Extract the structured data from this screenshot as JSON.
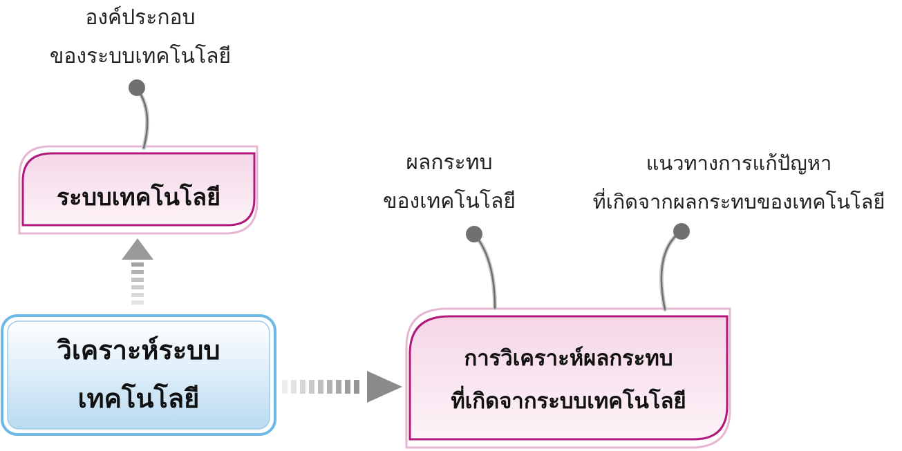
{
  "nodes": {
    "analyze": {
      "lines": [
        "วิเคราะห์ระบบ",
        "เทคโนโลยี"
      ]
    },
    "tech_system": {
      "title": "ระบบเทคโนโลยี"
    },
    "impact_analysis": {
      "lines": [
        "การวิเคราะห์ผลกระทบ",
        "ที่เกิดจากระบบเทคโนโลยี"
      ]
    }
  },
  "annotations": {
    "components": {
      "lines": [
        "องค์ประกอบ",
        "ของระบบเทคโนโลยี"
      ]
    },
    "impacts": {
      "lines": [
        "ผลกระทบ",
        "ของเทคโนโลยี"
      ]
    },
    "solutions": {
      "lines": [
        "แนวทางการแก้ปัญหา",
        "ที่เกิดจากผลกระทบของเทคโนโลยี"
      ]
    }
  },
  "colors": {
    "pink_border": "#b0187a",
    "pink_fill_top": "#f7dcea",
    "pink_fill_bottom": "#fbeef5",
    "blue_border": "#6cb9e6",
    "blue_fill_top": "#ffffff",
    "blue_fill_bottom": "#bcdcf2",
    "connector": "#666666",
    "arrow": "#8a8a8a"
  }
}
